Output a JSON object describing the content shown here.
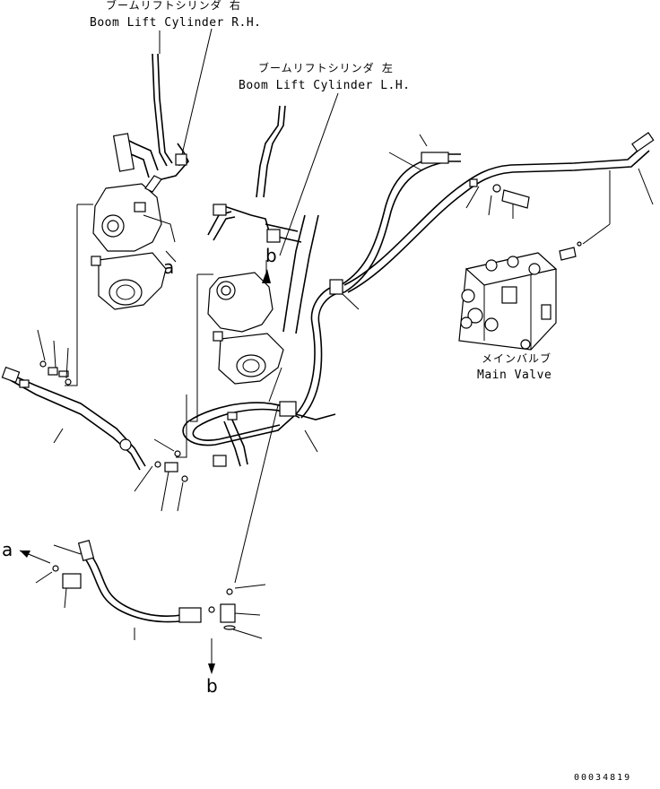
{
  "labels": {
    "cyl_rh_jp": "ブームリフトシリンダ 右",
    "cyl_rh_en": "Boom Lift Cylinder R.H.",
    "cyl_lh_jp": "ブームリフトシリンダ 左",
    "cyl_lh_en": "Boom Lift Cylinder L.H.",
    "main_valve_jp": "メインバルブ",
    "main_valve_en": "Main Valve",
    "ref_a": "a",
    "ref_b": "b",
    "ref_a_arrow": "a",
    "ref_b_arrow": "b",
    "drawing_number": "00034819"
  }
}
